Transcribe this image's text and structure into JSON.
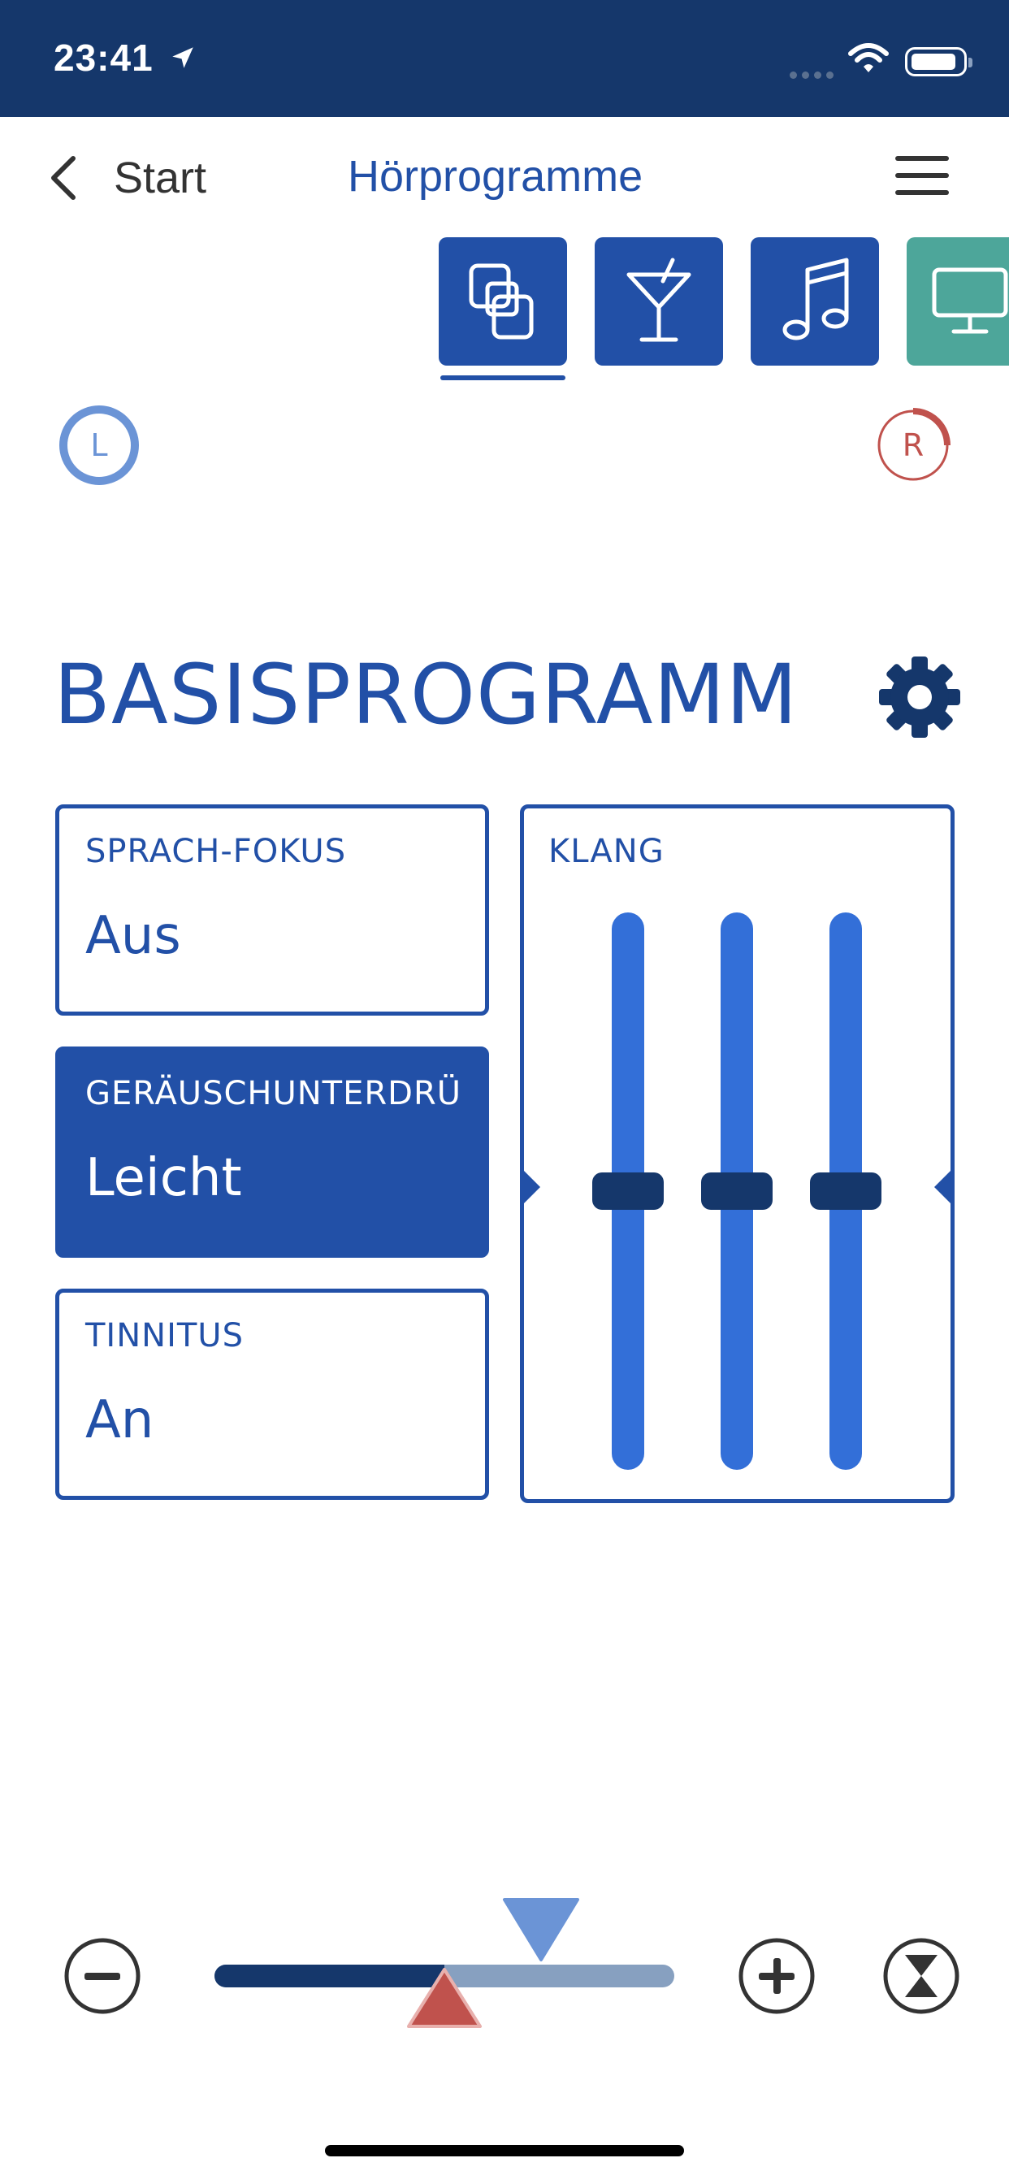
{
  "status_bar": {
    "time": "23:41"
  },
  "nav": {
    "back_label": "Start",
    "title": "Hörprogramme"
  },
  "program_tabs": [
    {
      "icon": "program-overlap-icon",
      "selected": true,
      "color": "#2250a7"
    },
    {
      "icon": "cocktail-glass-icon",
      "selected": false,
      "color": "#2250a7"
    },
    {
      "icon": "music-note-icon",
      "selected": false,
      "color": "#2250a7"
    },
    {
      "icon": "monitor-icon",
      "selected": false,
      "color": "#4da69a"
    }
  ],
  "sides": {
    "left_label": "L",
    "right_label": "R"
  },
  "program": {
    "title": "BASISPROGRAMM"
  },
  "cards": [
    {
      "label": "SPRACH-FOKUS",
      "value": "Aus",
      "active": false
    },
    {
      "label": "GERÄUSCHUNTERDRÜ",
      "value": "Leicht",
      "active": true
    },
    {
      "label": "TINNITUS",
      "value": "An",
      "active": false
    }
  ],
  "klang": {
    "label": "KLANG",
    "bands": [
      0.5,
      0.5,
      0.5
    ]
  },
  "volume": {
    "left_level": 0.71,
    "right_level": 0.5
  },
  "colors": {
    "primary": "#2250a7",
    "dark": "#15376b",
    "slider": "#336fd8",
    "left_side": "#6b94d6",
    "right_side": "#c0524d",
    "tv_tab": "#4da69a"
  }
}
